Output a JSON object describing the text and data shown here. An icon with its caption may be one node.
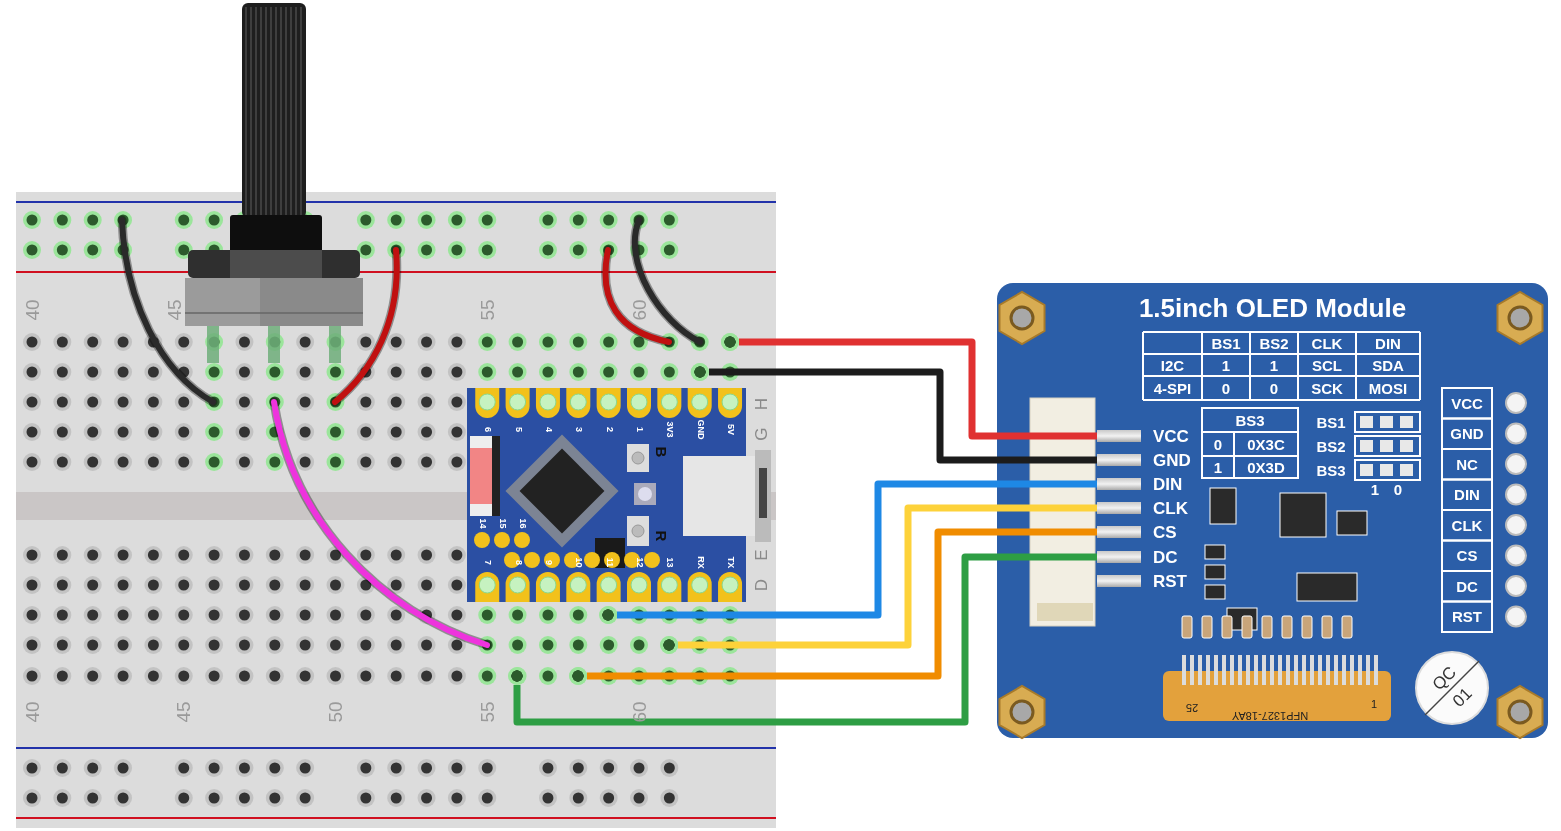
{
  "diagram": {
    "nodes": [
      {
        "text": [],
        "shape": "picture"
      },
      {
        "text": [],
        "shape": "picture"
      },
      {
        "text": [],
        "shape": "picture",
        "in": 0
      },
      {
        "text": [],
        "shape": "circle",
        "in": 0
      },
      {
        "text": [],
        "shape": "circle",
        "in": 0
      },
      {
        "text": [],
        "shape": "circle",
        "in": 0
      },
      {
        "text": [],
        "shape": "circle",
        "in": 0
      },
      {
        "text": [],
        "shape": "circle",
        "in": 0
      },
      {
        "text": [],
        "shape": "circle",
        "in": 0
      },
      {
        "text": [
          "1.5inch OLED Module"
        ]
      },
      {
        "text": [
          "VCC"
        ],
        "in": 9
      },
      {
        "text": [
          "GND"
        ],
        "in": 9
      },
      {
        "text": [
          "DIN"
        ],
        "in": 9
      },
      {
        "text": [
          "CLK"
        ],
        "in": 9
      },
      {
        "text": [
          "CS"
        ],
        "in": 9
      },
      {
        "text": [
          "DC"
        ],
        "in": 9
      },
      {
        "text": [
          "RST"
        ],
        "in": 9
      }
    ],
    "edges": [
      {
        "from": 3,
        "to": 10,
        "arrow": "none",
        "color": "#e03131"
      },
      {
        "from": 4,
        "to": 11,
        "arrow": "none",
        "color": "#1c1c1c"
      },
      {
        "from": 5,
        "to": 12,
        "arrow": "none",
        "color": "#1e88e5"
      },
      {
        "from": 6,
        "to": 13,
        "arrow": "none",
        "color": "#fdd23a"
      },
      {
        "from": 8,
        "to": 14,
        "arrow": "none",
        "color": "#f08c00"
      },
      {
        "from": 7,
        "to": 15,
        "arrow": "none",
        "color": "#2e9e44"
      }
    ],
    "labels": [
      "40",
      "45",
      "55",
      "60",
      "40",
      "45",
      "50",
      "55",
      "60",
      "H",
      "G",
      "E",
      "D",
      "6",
      "5",
      "4",
      "3",
      "2",
      "1",
      "3V3",
      "GND",
      "5V",
      "7",
      "8",
      "9",
      "10",
      "11",
      "12",
      "13",
      "RX",
      "TX",
      "14",
      "15",
      "16",
      "B",
      "R",
      "BS1",
      "BS2",
      "CLK",
      "DIN",
      "I2C",
      "1",
      "1",
      "SCL",
      "SDA",
      "4-SPI",
      "0",
      "0",
      "SCK",
      "MOSI",
      "BS3",
      "0",
      "0X3C",
      "1",
      "0X3D",
      "BS1",
      "BS2",
      "BS3",
      "1",
      "0",
      "QC",
      "01",
      "25",
      "NFP1327-18AY",
      "1",
      "VCC",
      "GND",
      "NC",
      "DIN",
      "CLK",
      "CS",
      "DC",
      "RST"
    ]
  }
}
